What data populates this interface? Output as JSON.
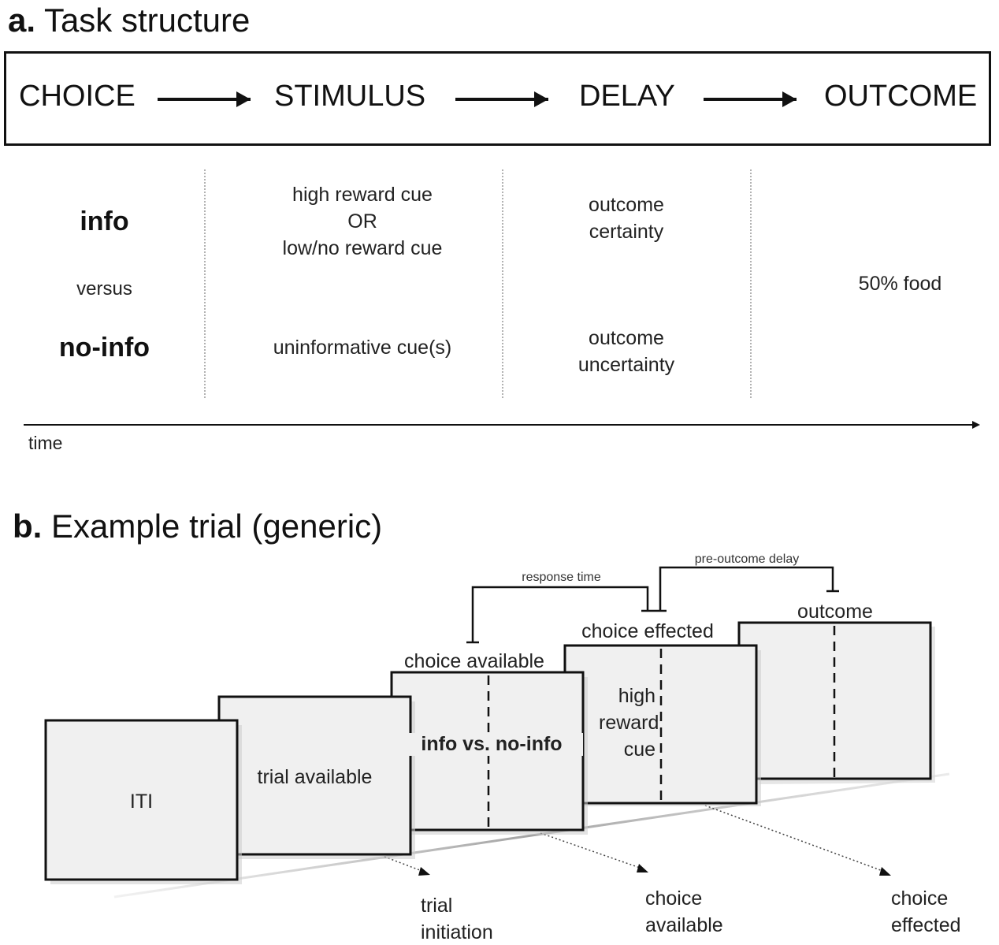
{
  "part_a": {
    "letter": "a.",
    "title": "Task structure",
    "stages": [
      "CHOICE",
      "STIMULUS",
      "DELAY",
      "OUTCOME"
    ],
    "info_label": "info",
    "versus_label": "versus",
    "noinfo_label": "no-info",
    "info_stimulus": [
      "high reward cue",
      "OR",
      "low/no reward cue"
    ],
    "noinfo_stimulus": "uninformative cue(s)",
    "info_delay": [
      "outcome",
      "certainty"
    ],
    "noinfo_delay": [
      "outcome",
      "uncertainty"
    ],
    "outcome": "50% food",
    "time_label": "time"
  },
  "part_b": {
    "letter": "b.",
    "title": "Example trial (generic)",
    "screens": {
      "iti": "ITI",
      "trial_available": "trial available",
      "choice_screen_text": "info vs. no-info",
      "cue_screen_text": [
        "high",
        "reward",
        "cue"
      ]
    },
    "labels_above": {
      "choice_available": "choice available",
      "choice_effected": "choice effected",
      "outcome": "outcome"
    },
    "brackets": {
      "response_time": "response time",
      "pre_outcome_delay": "pre-outcome delay"
    },
    "events": {
      "trial_initiation": [
        "trial",
        "initiation"
      ],
      "choice_available": [
        "choice",
        "available"
      ],
      "choice_effected": [
        "choice",
        "effected"
      ]
    }
  }
}
